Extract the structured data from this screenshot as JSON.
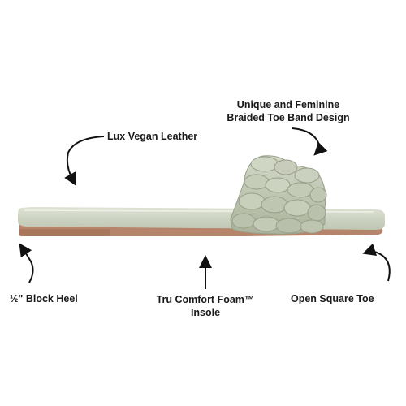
{
  "annotations": {
    "lux_vegan_leather": "Lux Vegan Leather",
    "braided_line1": "Unique and Feminine",
    "braided_line2": "Braided Toe Band Design",
    "block_heel": "½\" Block Heel",
    "foam_line1": "Tru Comfort Foam™",
    "foam_line2": "Insole",
    "open_square_toe": "Open Square Toe"
  },
  "colors": {
    "sage_leather": "#c9d0bc",
    "sage_shadow": "#a7ae98",
    "sole_tan": "#b5846a",
    "arrow_black": "#111111"
  }
}
